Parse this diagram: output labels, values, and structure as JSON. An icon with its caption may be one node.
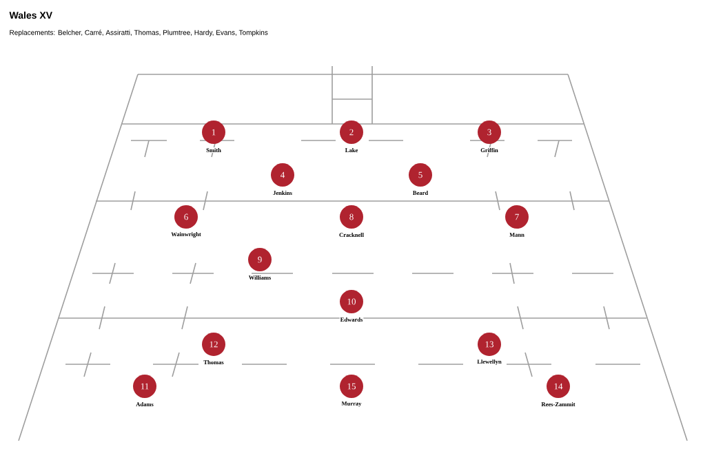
{
  "diagram": {
    "title": "Wales XV",
    "nodes": [
      {
        "text": [
          "1"
        ],
        "beside": [
          "Smith"
        ]
      },
      {
        "text": [
          "2"
        ],
        "beside": [
          "Lake"
        ]
      },
      {
        "text": [
          "3"
        ],
        "beside": [
          "Griffin"
        ]
      },
      {
        "text": [
          "4"
        ],
        "beside": [
          "Jenkins"
        ]
      },
      {
        "text": [
          "5"
        ],
        "beside": [
          "Beard"
        ]
      },
      {
        "text": [
          "6"
        ],
        "beside": [
          "Wainwright"
        ]
      },
      {
        "text": [
          "8"
        ],
        "beside": [
          "Cracknell"
        ]
      },
      {
        "text": [
          "7"
        ],
        "beside": [
          "Mann"
        ]
      },
      {
        "text": [
          "9"
        ],
        "beside": [
          "Williams"
        ]
      },
      {
        "text": [
          "10"
        ],
        "beside": [
          "Edwards"
        ]
      },
      {
        "text": [
          "12"
        ],
        "beside": [
          "Thomas"
        ]
      },
      {
        "text": [
          "13"
        ],
        "beside": [
          "Llewellyn"
        ]
      },
      {
        "text": [
          "11"
        ],
        "beside": [
          "Adams"
        ]
      },
      {
        "text": [
          "15"
        ],
        "beside": [
          "Murray"
        ]
      },
      {
        "text": [
          "14"
        ],
        "beside": [
          "Rees-Zammit"
        ]
      }
    ],
    "labels": [
      "Replacements: Belcher, Carré, Assiratti, Thomas, Plumtree, Hardy, Evans, Tompkins"
    ]
  }
}
